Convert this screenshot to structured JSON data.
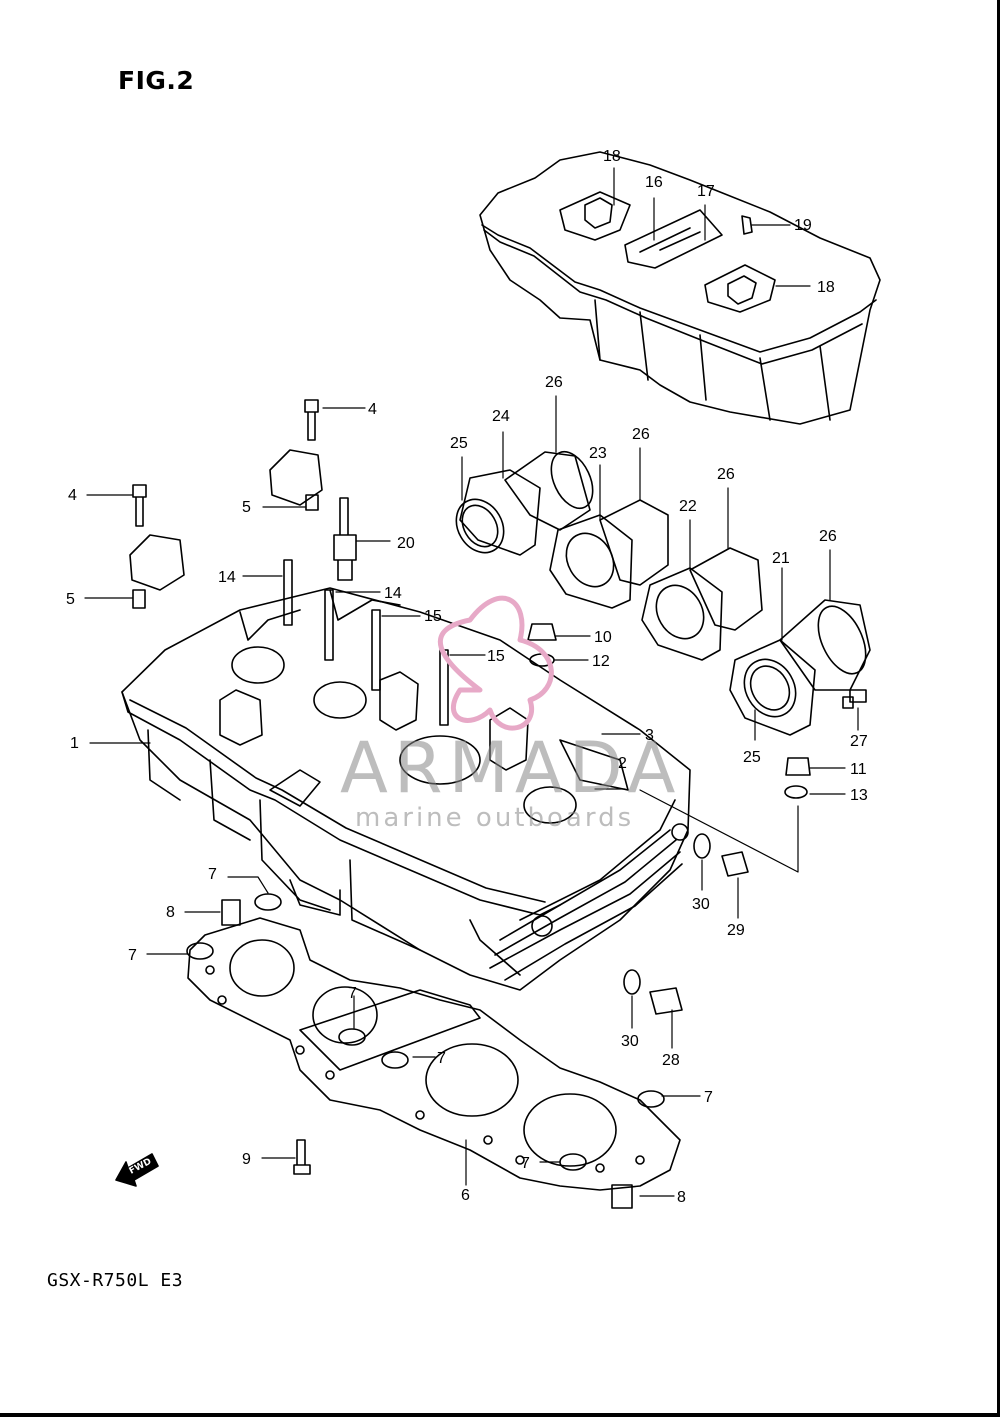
{
  "figure_title": "FIG.2",
  "model_code": "GSX-R750L E3",
  "watermark": {
    "brand": "ARMADA",
    "tagline": "marine outboards",
    "accent_color": "#e7a9c7"
  },
  "forward_marker": "FWD",
  "callouts": [
    "1",
    "2",
    "3",
    "4",
    "4",
    "5",
    "5",
    "6",
    "7",
    "7",
    "7",
    "7",
    "7",
    "7",
    "8",
    "8",
    "9",
    "10",
    "11",
    "12",
    "13",
    "14",
    "14",
    "15",
    "15",
    "16",
    "17",
    "18",
    "18",
    "19",
    "20",
    "21",
    "22",
    "23",
    "24",
    "25",
    "25",
    "26",
    "26",
    "26",
    "26",
    "27",
    "28",
    "29",
    "30",
    "30"
  ]
}
